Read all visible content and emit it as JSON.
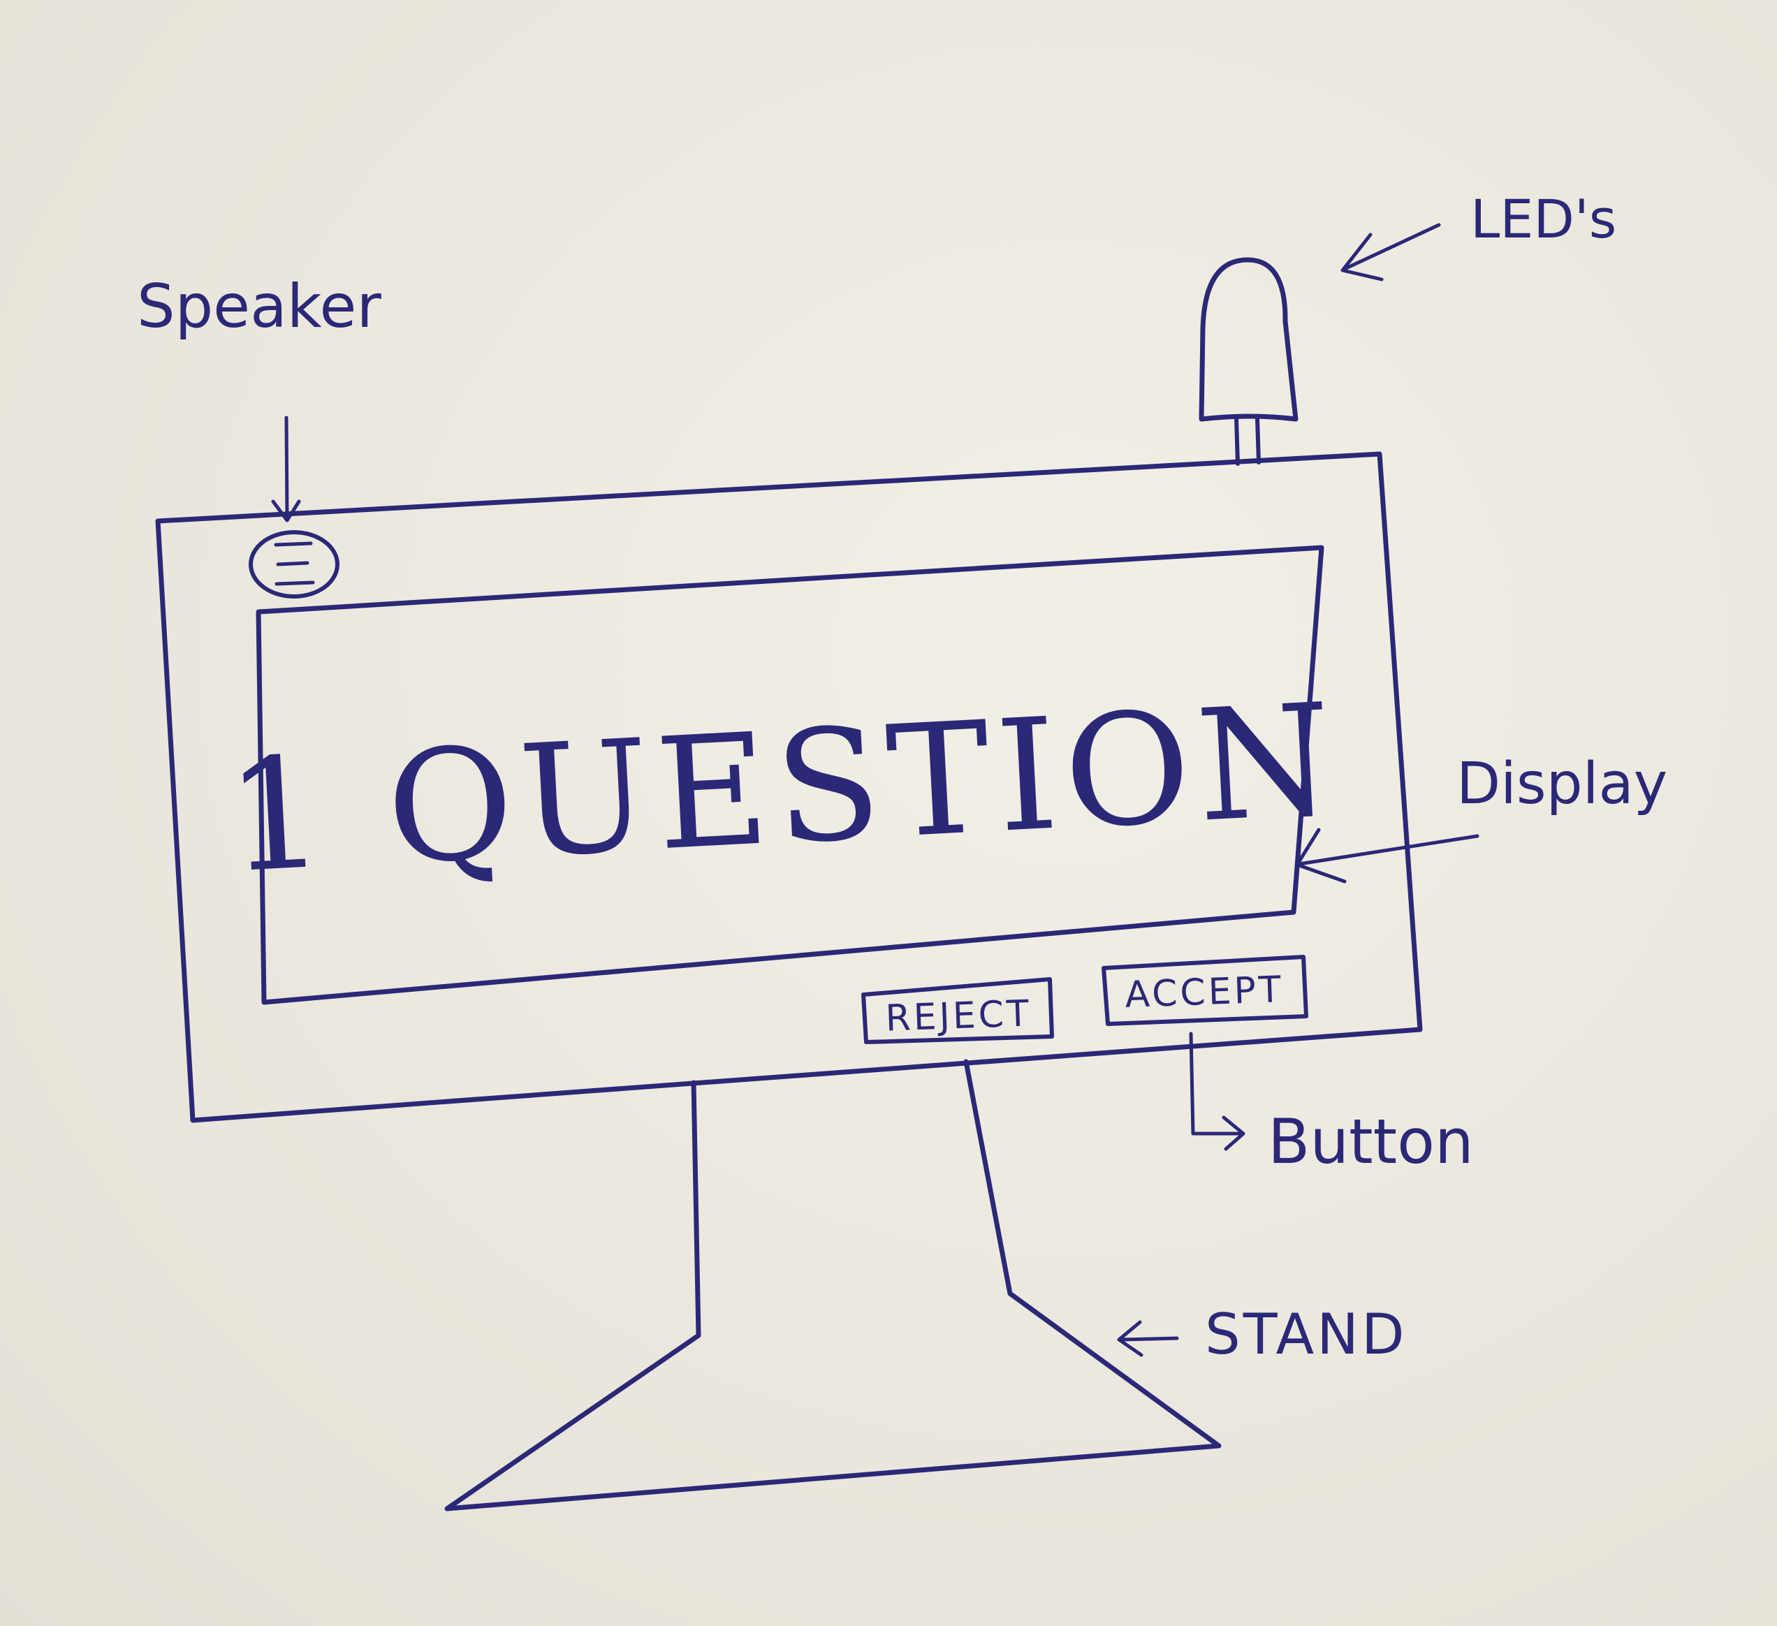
{
  "screen_text": "1 QUESTION",
  "buttons": {
    "reject": "REJECT",
    "accept": "ACCEPT"
  },
  "labels": {
    "speaker": "Speaker",
    "leds": "LED's",
    "display": "Display",
    "button": "Button",
    "stand": "STAND"
  },
  "colors": {
    "ink": "#2b2877",
    "paper": "#ece8df"
  }
}
